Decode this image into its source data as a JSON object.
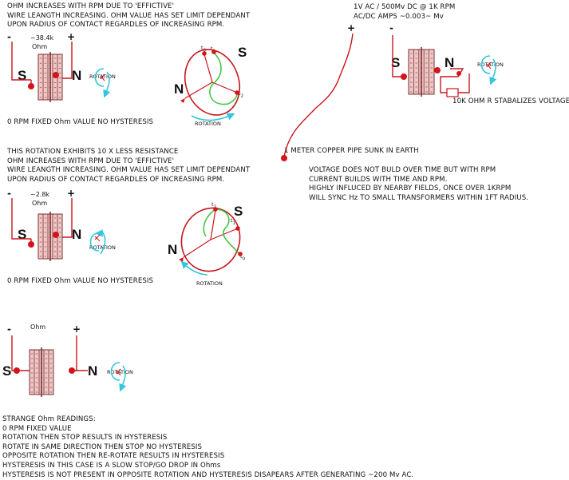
{
  "colors": {
    "wire": "#c8161d",
    "dot": "#d4141b",
    "arrow": "#33c6dc",
    "loop": "#38c43a",
    "resistor_fill": "#efc7c7",
    "resistor_line": "#7a2f2f",
    "text": "#111111"
  },
  "diagram1": {
    "heading": [
      "OHM INCREASES WITH RPM DUE TO 'EFFICTIVE'",
      "WIRE LEANGTH INCREASING. OHM VALUE HAS SET LIMIT DEPENDANT",
      "UPON RADIUS OF CONTACT REGARDLES OF INCREASING RPM."
    ],
    "ohm_value": "~38.4k",
    "ohm_unit": "Ohm",
    "minus": "-",
    "plus": "+",
    "pole_s": "S",
    "pole_n": "N",
    "rotation_label": "ROTATION",
    "caption": "0 RPM FIXED Ohm VALUE NO HYSTERESIS",
    "rotor": {
      "s": "S",
      "n": "N",
      "t0": "t",
      "t0_sub": "0",
      "t1": "t",
      "t1_sub": "1",
      "t2": "t",
      "t2_sub": "2",
      "rotation_label": "ROTATION"
    }
  },
  "diagram2": {
    "heading": [
      "THIS ROTATION EXHIBITS 10 X LESS RESISTANCE",
      "OHM INCREASES WITH RPM DUE TO 'EFFICTIVE'",
      "WIRE LEANGTH INCREASING. OHM VALUE HAS SET LIMIT DEPENDANT",
      "UPON RADIUS OF CONTACT REGARDLES OF INCREASING RPM."
    ],
    "ohm_value": "~2.8k",
    "ohm_unit": "Ohm",
    "minus": "-",
    "plus": "+",
    "pole_s": "S",
    "pole_n": "N",
    "rotation_label": "ROTATION",
    "caption": "0 RPM FIXED Ohm VALUE NO HYSTERESIS",
    "rotor": {
      "s": "S",
      "n": "N",
      "t0": "t",
      "t0_sub": "0",
      "t1": "t",
      "t1_sub": "1",
      "t2": "t",
      "t2_sub": "2",
      "rotation_label": "ROTATION"
    }
  },
  "diagram3": {
    "ohm_unit": "Ohm",
    "minus": "-",
    "plus": "+",
    "pole_s": "S",
    "pole_n": "N",
    "rotation_label": "ROTATION",
    "notes": [
      "STRANGE Ohm READINGS:",
      "0 RPM FIXED VALUE",
      "ROTATION THEN STOP RESULTS IN HYSTERESIS",
      "ROTATE IN SAME DIRECTION THEN STOP NO HYSTERESIS",
      "OPPOSITE ROTATION THEN RE-ROTATE RESULTS IN HYSTERESIS",
      "HYSTERESIS IN THIS CASE IS A SLOW STOP/GO DROP IN Ohms",
      "HYSTERESIS IS NOT PRESENT IN OPPOSITE ROTATION AND HYSTERESIS DISAPEARS AFTER GENERATING ~200 Mv AC."
    ]
  },
  "diagram4": {
    "heading": [
      "1V AC / 500Mv DC @ 1K RPM",
      "AC/DC AMPS ~0.003~ Mv"
    ],
    "minus": "-",
    "plus": "+",
    "pole_s": "S",
    "pole_n": "N",
    "rotation_label": "ROTATION",
    "resistor_label": "10K OHM R STABALIZES VOLTAGE",
    "pipe_label": "1 METER COPPER PIPE SUNK IN EARTH",
    "notes": [
      "VOLTAGE DOES NOT BULD OVER TIME BUT WITH RPM",
      "CURRENT BUILDS WITH TIME AND RPM.",
      "HIGHLY INFLUCED BY NEARBY FIELDS, ONCE OVER 1KRPM",
      "WILL SYNC Hz TO SMALL TRANSFORMERS WITHIN 1FT RADIUS."
    ]
  }
}
